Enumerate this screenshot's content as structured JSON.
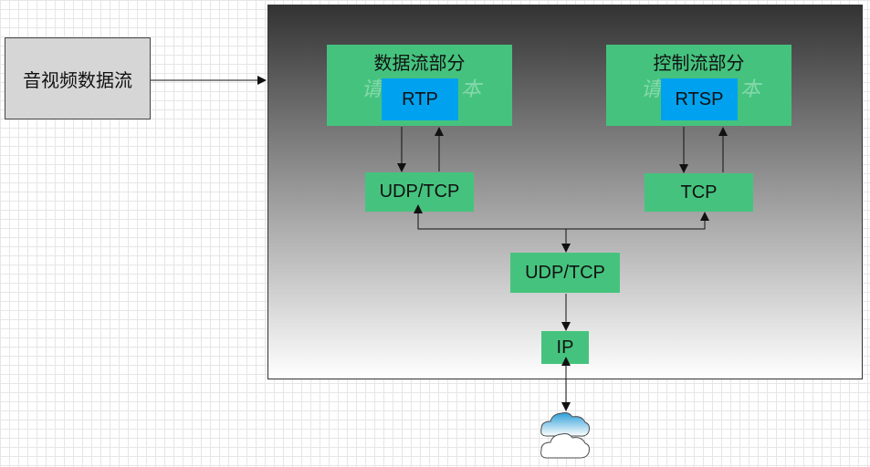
{
  "source": {
    "label": "音视频数据流"
  },
  "data_section": {
    "title": "数据流部分",
    "placeholder_left": "请",
    "placeholder_right": "本",
    "protocol": "RTP",
    "transport": "UDP/TCP"
  },
  "control_section": {
    "title": "控制流部分",
    "placeholder_left": "请",
    "placeholder_right": "本",
    "protocol": "RTSP",
    "transport": "TCP"
  },
  "shared_transport": "UDP/TCP",
  "network_layer": "IP",
  "colors": {
    "section_green": "#45c37e",
    "protocol_blue": "#00a2ef",
    "source_gray": "#d6d6d6"
  },
  "icons": {
    "network": "cloud-icon"
  }
}
